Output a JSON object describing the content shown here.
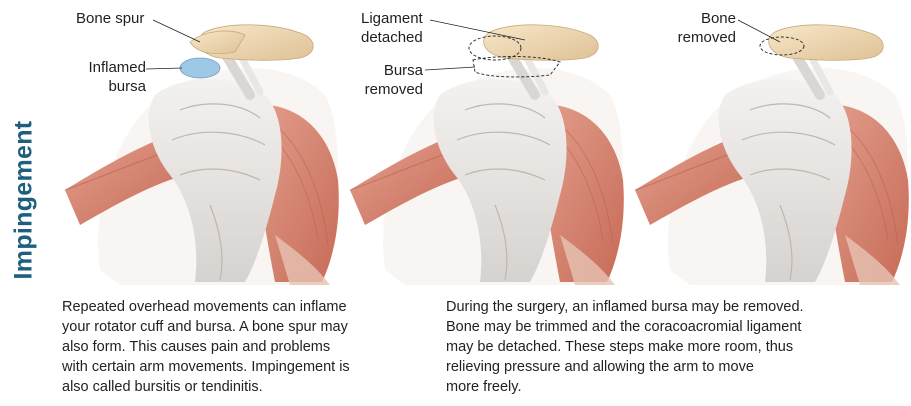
{
  "side_title": "Impingement",
  "panels": [
    {
      "labels": {
        "bone_spur": "Bone spur",
        "inflamed_1": "Inflamed",
        "inflamed_2": "bursa"
      }
    },
    {
      "labels": {
        "ligament_1": "Ligament",
        "ligament_2": "detached",
        "bursa_1": "Bursa",
        "bursa_2": "removed"
      }
    },
    {
      "labels": {
        "bone_1": "Bone",
        "bone_2": "removed"
      }
    }
  ],
  "captions": {
    "left": [
      "Repeated overhead movements can inflame",
      "your rotator cuff and bursa. A bone spur may",
      "also form. This causes pain and problems",
      "with certain arm movements. Impingement is",
      "also called bursitis or tendinitis."
    ],
    "right": [
      "During the surgery, an inflamed bursa may be removed.",
      "Bone may be trimmed and the coracoacromial ligament",
      "may be detached. These steps make more room, thus",
      "relieving pressure and allowing the arm to move",
      "more freely."
    ]
  },
  "colors": {
    "title": "#1e5f7d",
    "bone": "#efd9b4",
    "muscle": "#cf7c6a",
    "tendon": "#e8e6e4",
    "bursa": "#9fc7e6"
  }
}
